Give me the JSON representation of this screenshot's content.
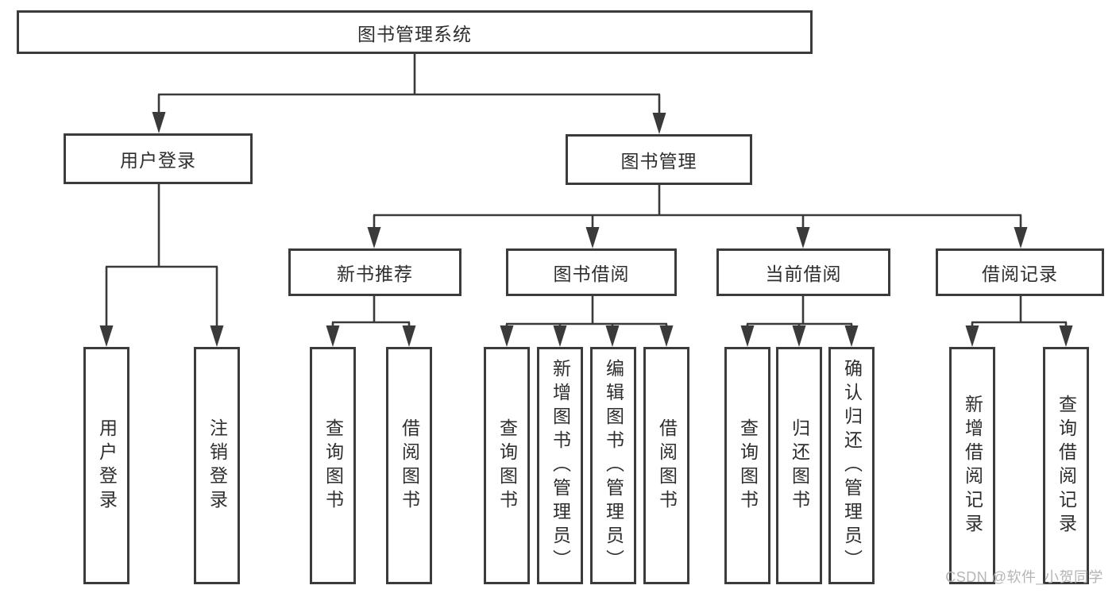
{
  "nodes": {
    "root": "图书管理系统",
    "user_login": "用户登录",
    "book_mgmt": "图书管理",
    "new_book_rec": "新书推荐",
    "book_borrow": "图书借阅",
    "current_borrow": "当前借阅",
    "borrow_records": "借阅记录",
    "ul_user_login": "用户登录",
    "ul_logout": "注销登录",
    "nb_query_book": "查询图书",
    "nb_borrow_book": "借阅图书",
    "bb_query_book": "查询图书",
    "bb_add_book": "新增图书（管理员）",
    "bb_edit_book": "编辑图书（管理员）",
    "bb_borrow_book": "借阅图书",
    "cb_query_book": "查询图书",
    "cb_return_book": "归还图书",
    "cb_confirm_return": "确认归还（管理员）",
    "br_add_record": "新增借阅记录",
    "br_query_record": "查询借阅记录"
  },
  "watermark": {
    "text": "CSDN @软件_小贺同学"
  },
  "colors": {
    "line": "#3a3a3a",
    "border": "#3b3b3b",
    "text": "#2e2e2e",
    "watermark": "#b5b5b5",
    "background": "#ffffff"
  }
}
